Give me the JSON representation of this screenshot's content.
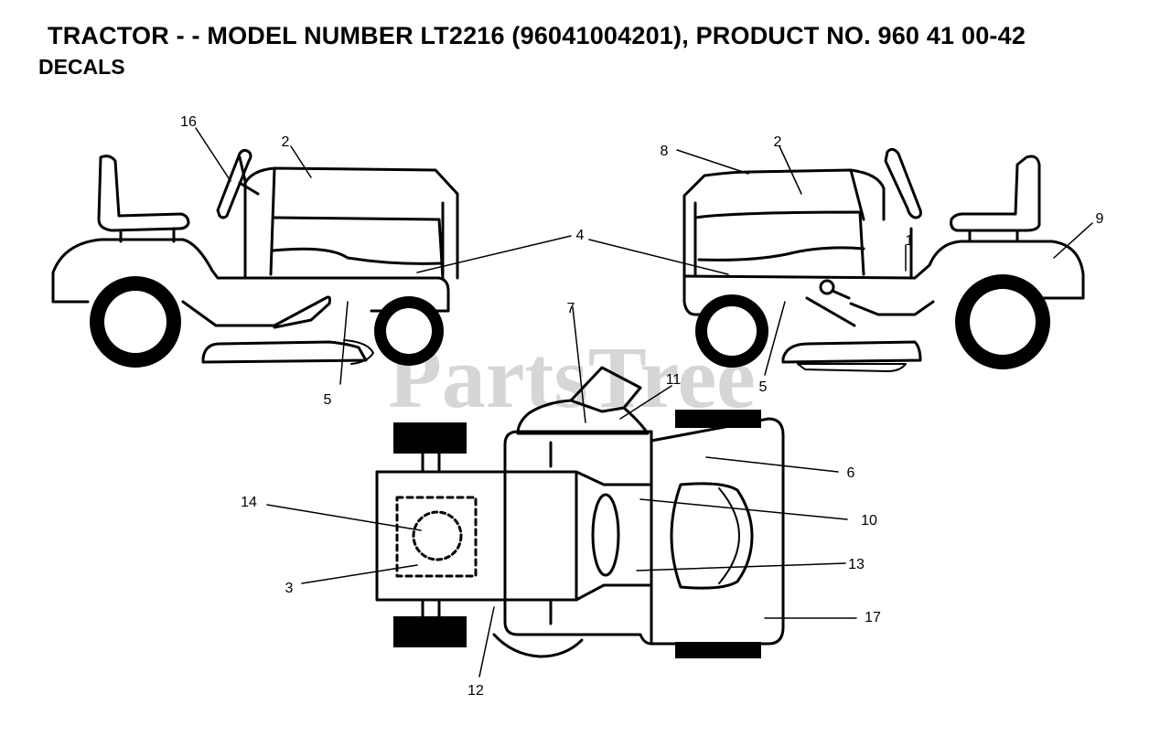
{
  "header": {
    "title": "TRACTOR - - MODEL NUMBER LT2216 (96041004201), PRODUCT NO. 960 41 00-42",
    "subtitle": "DECALS"
  },
  "watermark": {
    "text": "PartsTree",
    "color": "#d6d6d6"
  },
  "callouts": {
    "c16": "16",
    "c2a": "2",
    "c8": "8",
    "c2b": "2",
    "c4": "4",
    "c9": "9",
    "c1": "1",
    "c5a": "5",
    "c5b": "5",
    "c7": "7",
    "c11": "11",
    "c6": "6",
    "c14": "14",
    "c10": "10",
    "c13": "13",
    "c3": "3",
    "c17": "17",
    "c12": "12"
  },
  "colors": {
    "line": "#000000",
    "tire": "#000000",
    "background": "#ffffff"
  }
}
